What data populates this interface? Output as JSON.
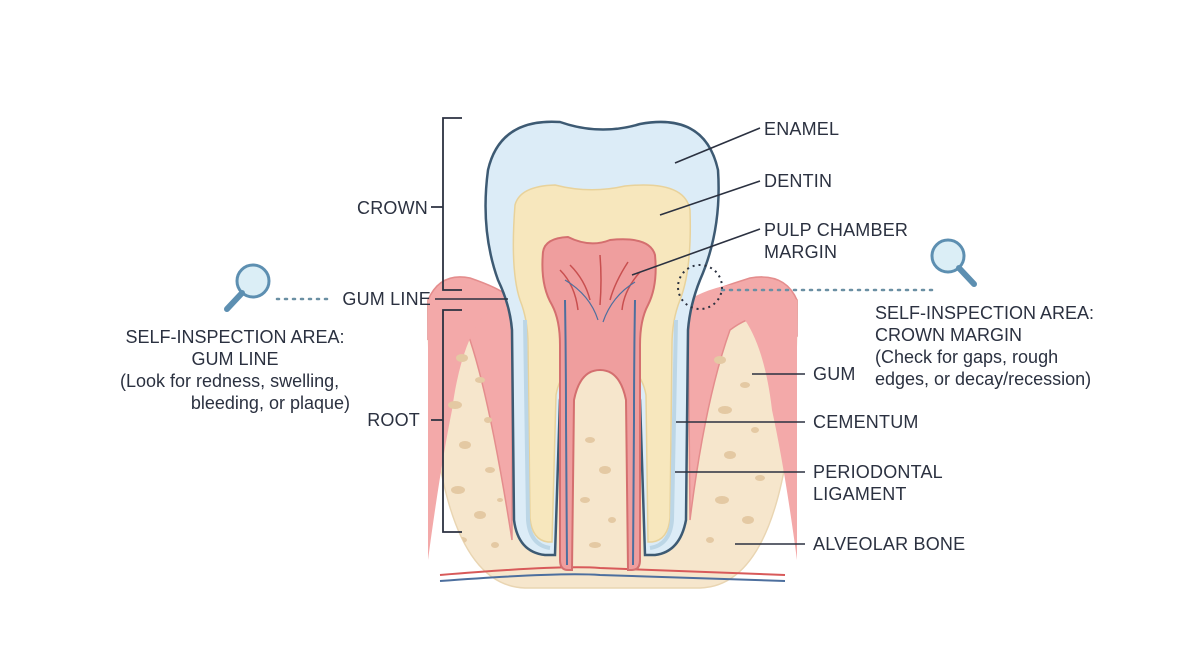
{
  "labels": {
    "crown": "CROWN",
    "gum_line": "GUM LINE",
    "root": "ROOT",
    "enamel": "ENAMEL",
    "dentin": "DENTIN",
    "pulp_line1": "PULP CHAMBER",
    "pulp_line2": "MARGIN",
    "gum": "GUM",
    "cementum": "CEMENTUM",
    "periodontal_line1": "PERIODONTAL",
    "periodontal_line2": "LIGAMENT",
    "alveolar_bone": "ALVEOLAR BONE"
  },
  "left_note": {
    "title1": "SELF-INSPECTION AREA:",
    "title2": "GUM LINE",
    "body1": "(Look for redness, swelling,",
    "body2": "bleeding, or plaque)"
  },
  "right_note": {
    "title1": "SELF-INSPECTION AREA:",
    "title2": "CROWN MARGIN",
    "body1": "(Check for gaps, rough",
    "body2": "edges, or decay/recession)"
  },
  "colors": {
    "gum": "#f3a9a9",
    "bone": "#f6e6cc",
    "enamel": "#dcecf7",
    "dentin": "#f7e7bd",
    "pulp": "#ef9e9e",
    "outline": "#3d5a73",
    "leader": "#2b3140",
    "dotted": "#6a8fa3"
  },
  "icons": [
    "magnifier-icon"
  ]
}
